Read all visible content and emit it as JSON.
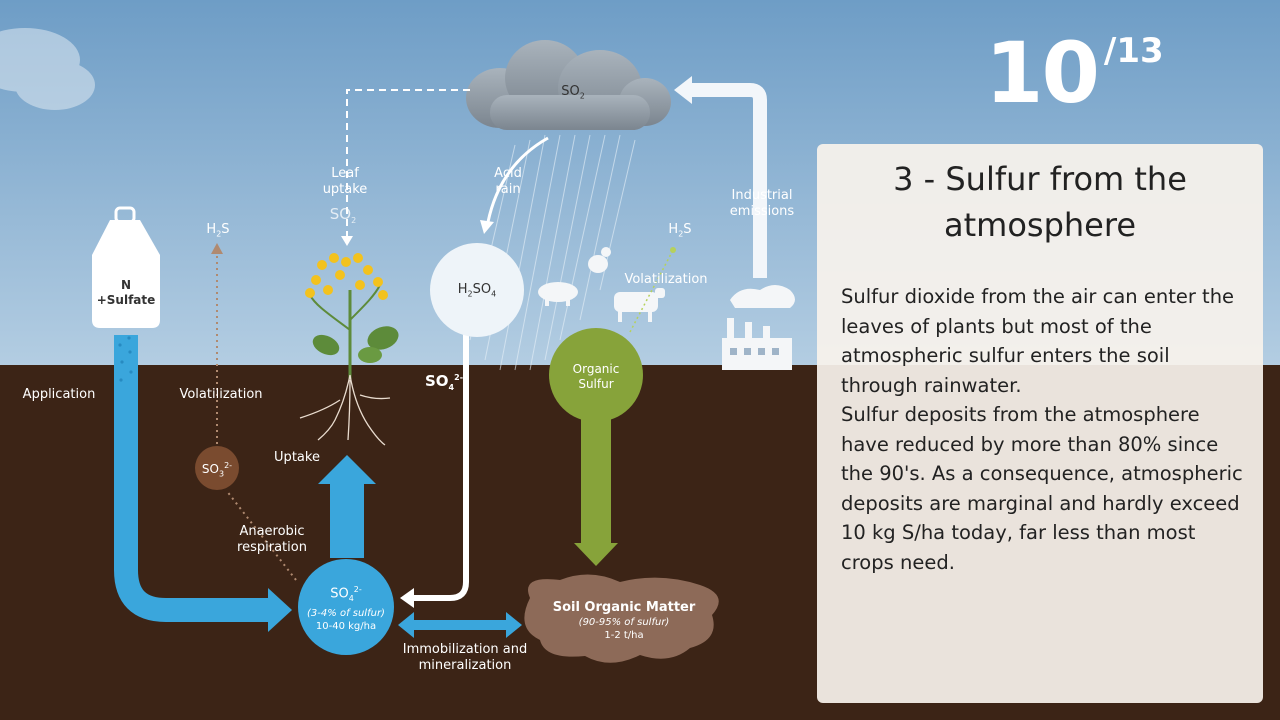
{
  "slide": {
    "current": "10",
    "total": "/13"
  },
  "panel": {
    "title": "3 - Sulfur from the atmosphere",
    "paragraph_1": "Sulfur dioxide from the air can enter the leaves of plants but most of the atmospheric sulfur enters the soil through rainwater.",
    "paragraph_2": "Sulfur deposits from the atmosphere have reduced by more than 80% since the 90's. As a consequence, atmospheric deposits are marginal and hardly exceed 10 kg S/ha today, far less than most crops need."
  },
  "diagram": {
    "cloud": {
      "main": "SO",
      "sub": "2"
    },
    "leaf_uptake": "Leaf uptake",
    "leaf_so2": {
      "main": "SO",
      "sub": "2"
    },
    "acid_rain": "Acid rain",
    "industrial_emissions": "Industrial emissions",
    "h2s_left": {
      "main": "H",
      "sub": "2",
      "tail": "S"
    },
    "h2s_right": {
      "main": "H",
      "sub": "2",
      "tail": "S"
    },
    "bag": {
      "line1": "N",
      "line2": "+Sulfate"
    },
    "h2so4": {
      "a": "H",
      "b": "2",
      "c": "SO",
      "d": "4"
    },
    "volatilization_right": "Volatilization",
    "organic_sulfur": "Organic Sulfur",
    "so4_rain": {
      "main": "SO",
      "sub": "4",
      "sup": "2-"
    },
    "application": "Application",
    "volatilization_left": "Volatilization",
    "so3": {
      "main": "SO",
      "sub": "3",
      "sup": "2-"
    },
    "uptake": "Uptake",
    "anaerobic_respiration": "Anaerobic respiration",
    "so4_pool": {
      "main": "SO",
      "sub": "4",
      "sup": "2-",
      "line2": "(3-4% of sulfur)",
      "line3": "10-40 kg/ha"
    },
    "immobilization": "Immobilization and mineralization",
    "soil_organic_matter": {
      "title": "Soil Organic Matter",
      "line2": "(90-95% of sulfur)",
      "line3": "1-2 t/ha"
    }
  },
  "colors": {
    "sky": "#7ba7cd",
    "soil": "#3c2416",
    "blue_flow": "#3aa6dc",
    "green_flow": "#87a33a",
    "so3_brown": "#7a4b2f"
  }
}
